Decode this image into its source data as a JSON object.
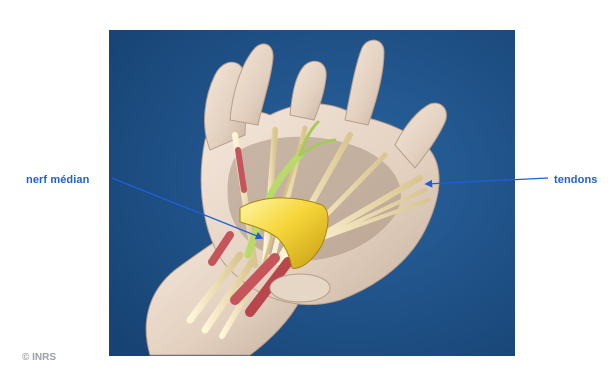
{
  "labels": {
    "left": "nerf médian",
    "right": "tendons"
  },
  "credit": "© INRS",
  "colors": {
    "panel_bg": "#1d4f86",
    "label_text": "#1e5fd6",
    "skin": "#e8d6c5",
    "nerve": "#b9d96a",
    "tendon": "#efe1b8",
    "muscle": "#c5555a",
    "ligament": "#f3cf32"
  },
  "icons": {
    "pointer_left": "arrow-pointer",
    "pointer_right": "arrow-pointer"
  }
}
